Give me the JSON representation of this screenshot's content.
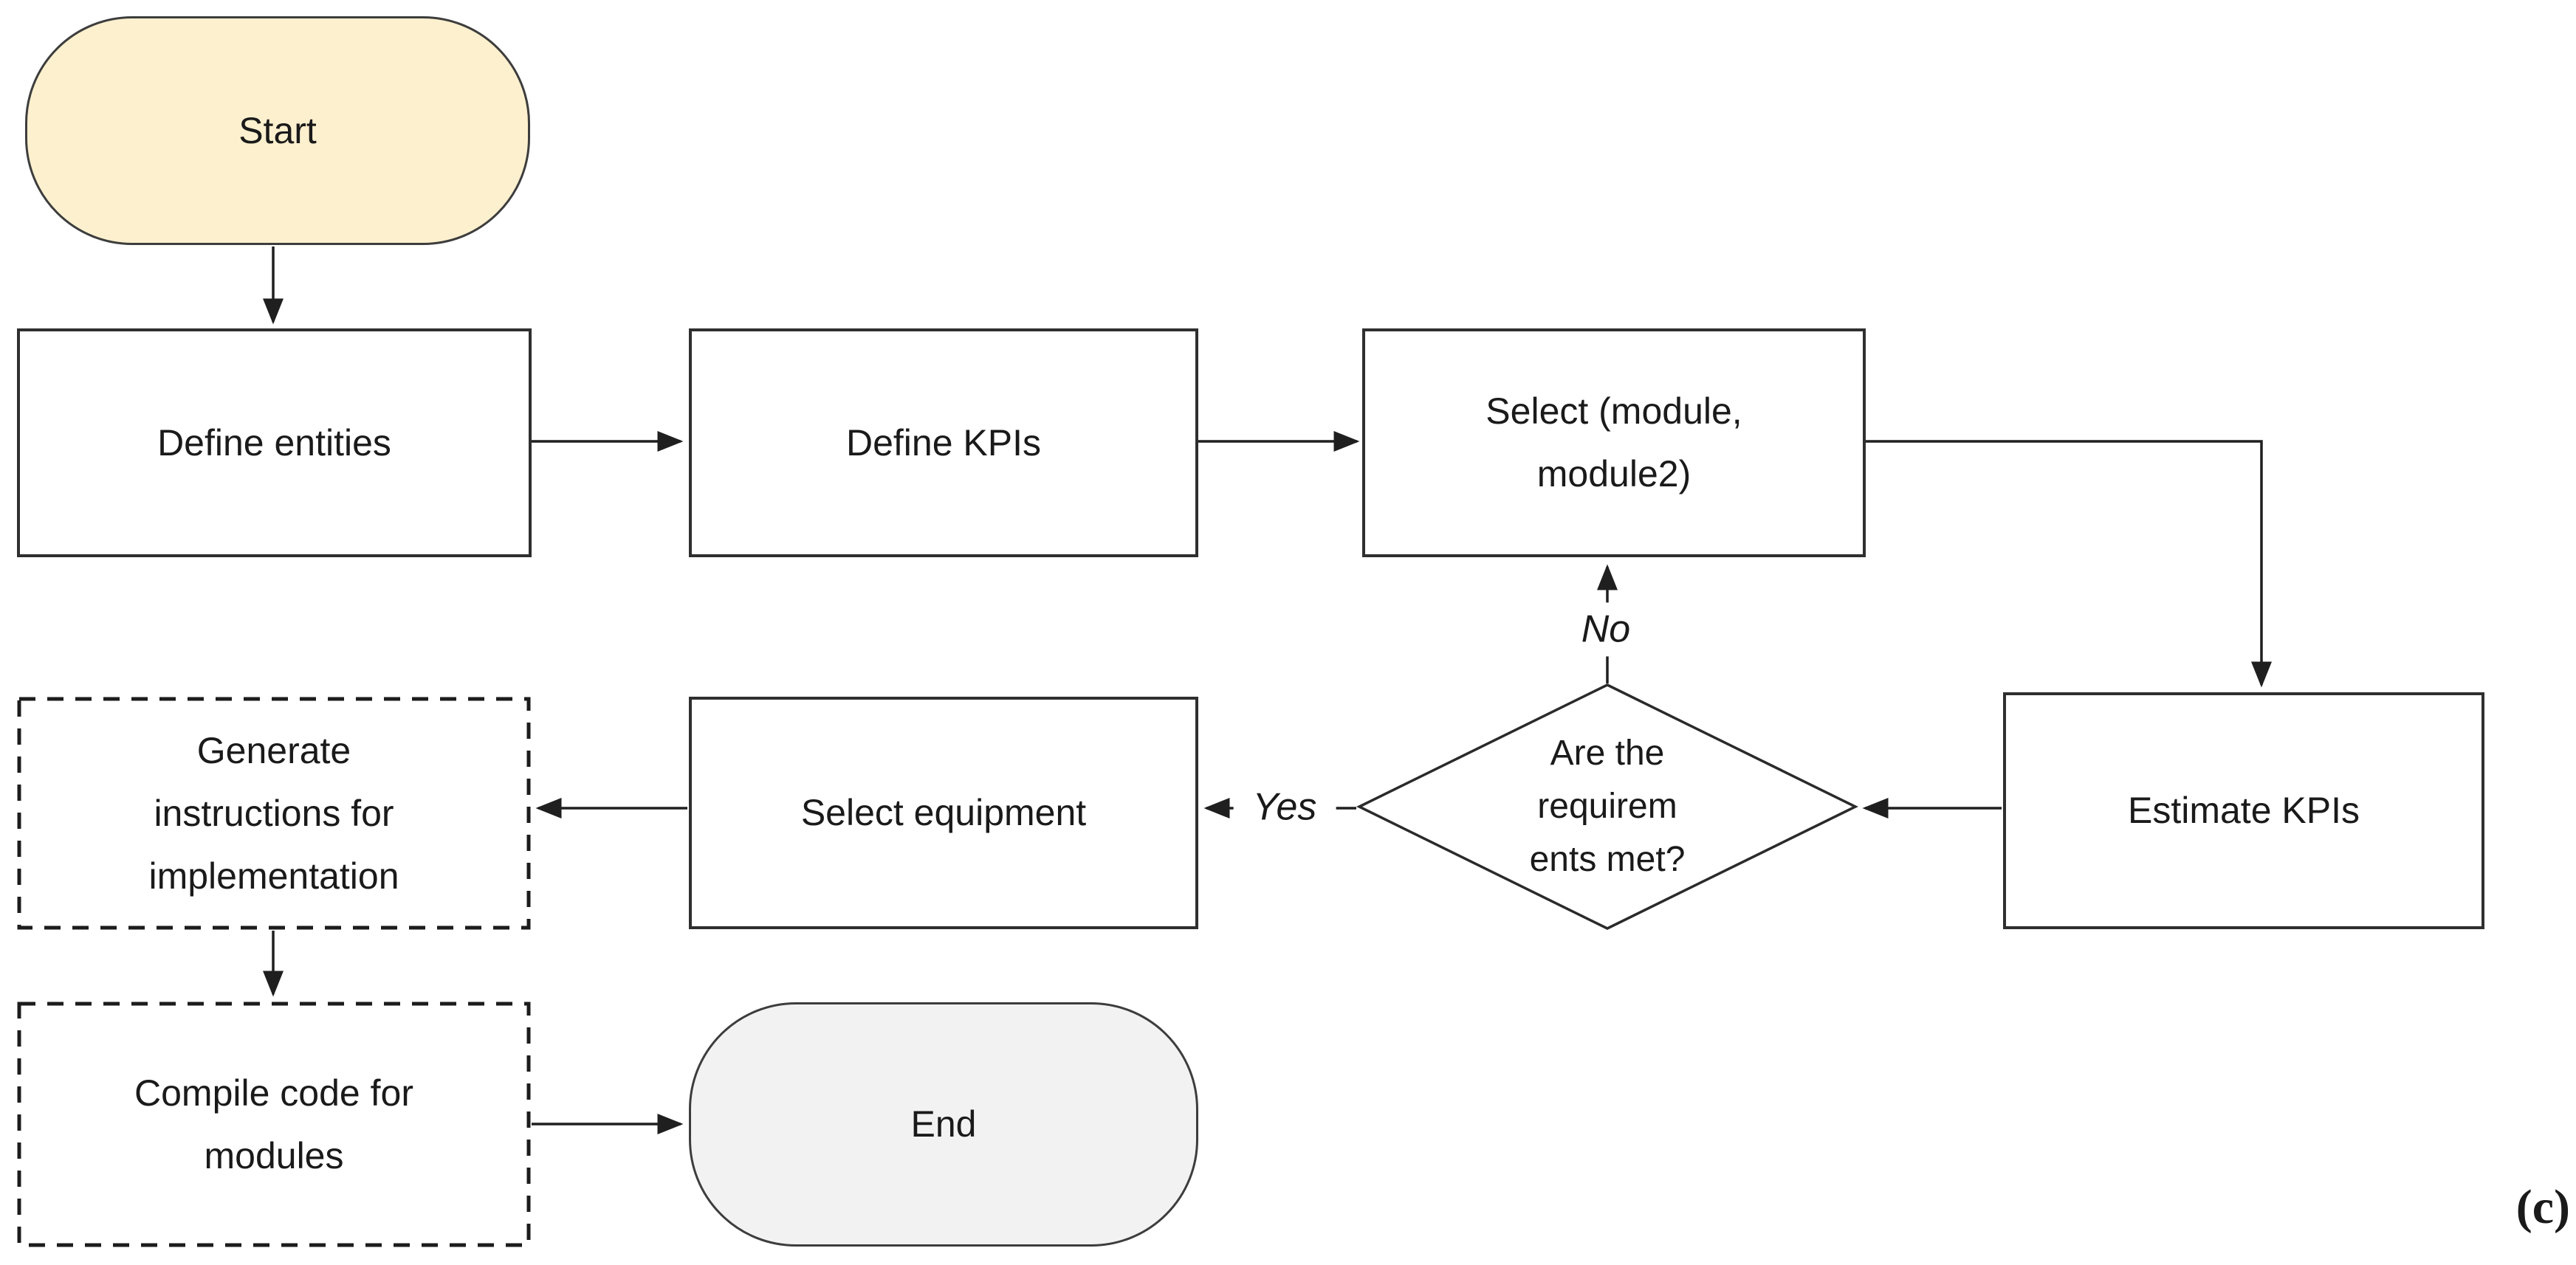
{
  "figure": {
    "caption": "(c)",
    "colors": {
      "start_fill": "#FDF0CE",
      "end_fill": "#F2F2F2",
      "node_fill": "#FFFFFF",
      "border": "#2F2F2F",
      "text": "#1A1A1A"
    }
  },
  "nodes": {
    "start": {
      "label": "Start",
      "shape": "terminator"
    },
    "define_entities": {
      "label": "Define entities",
      "shape": "process"
    },
    "define_kpis": {
      "label": "Define KPIs",
      "shape": "process"
    },
    "select_modules": {
      "lines": [
        "Select (module,",
        "module2)"
      ],
      "shape": "process"
    },
    "estimate_kpis": {
      "label": "Estimate KPIs",
      "shape": "process"
    },
    "decision": {
      "lines": [
        "Are the",
        "requirem",
        "ents met?"
      ],
      "shape": "decision"
    },
    "select_equipment": {
      "label": "Select equipment",
      "shape": "process"
    },
    "generate_instructions": {
      "lines": [
        "Generate",
        "instructions for",
        "implementation"
      ],
      "shape": "process-dashed"
    },
    "compile_code": {
      "lines": [
        "Compile code for",
        "modules"
      ],
      "shape": "process-dashed"
    },
    "end": {
      "label": "End",
      "shape": "terminator"
    }
  },
  "edges": [
    {
      "from": "start",
      "to": "define_entities"
    },
    {
      "from": "define_entities",
      "to": "define_kpis"
    },
    {
      "from": "define_kpis",
      "to": "select_modules"
    },
    {
      "from": "select_modules",
      "to": "estimate_kpis"
    },
    {
      "from": "estimate_kpis",
      "to": "decision"
    },
    {
      "from": "decision",
      "to": "select_modules",
      "label": "No"
    },
    {
      "from": "decision",
      "to": "select_equipment",
      "label": "Yes"
    },
    {
      "from": "select_equipment",
      "to": "generate_instructions"
    },
    {
      "from": "generate_instructions",
      "to": "compile_code"
    },
    {
      "from": "compile_code",
      "to": "end"
    }
  ]
}
